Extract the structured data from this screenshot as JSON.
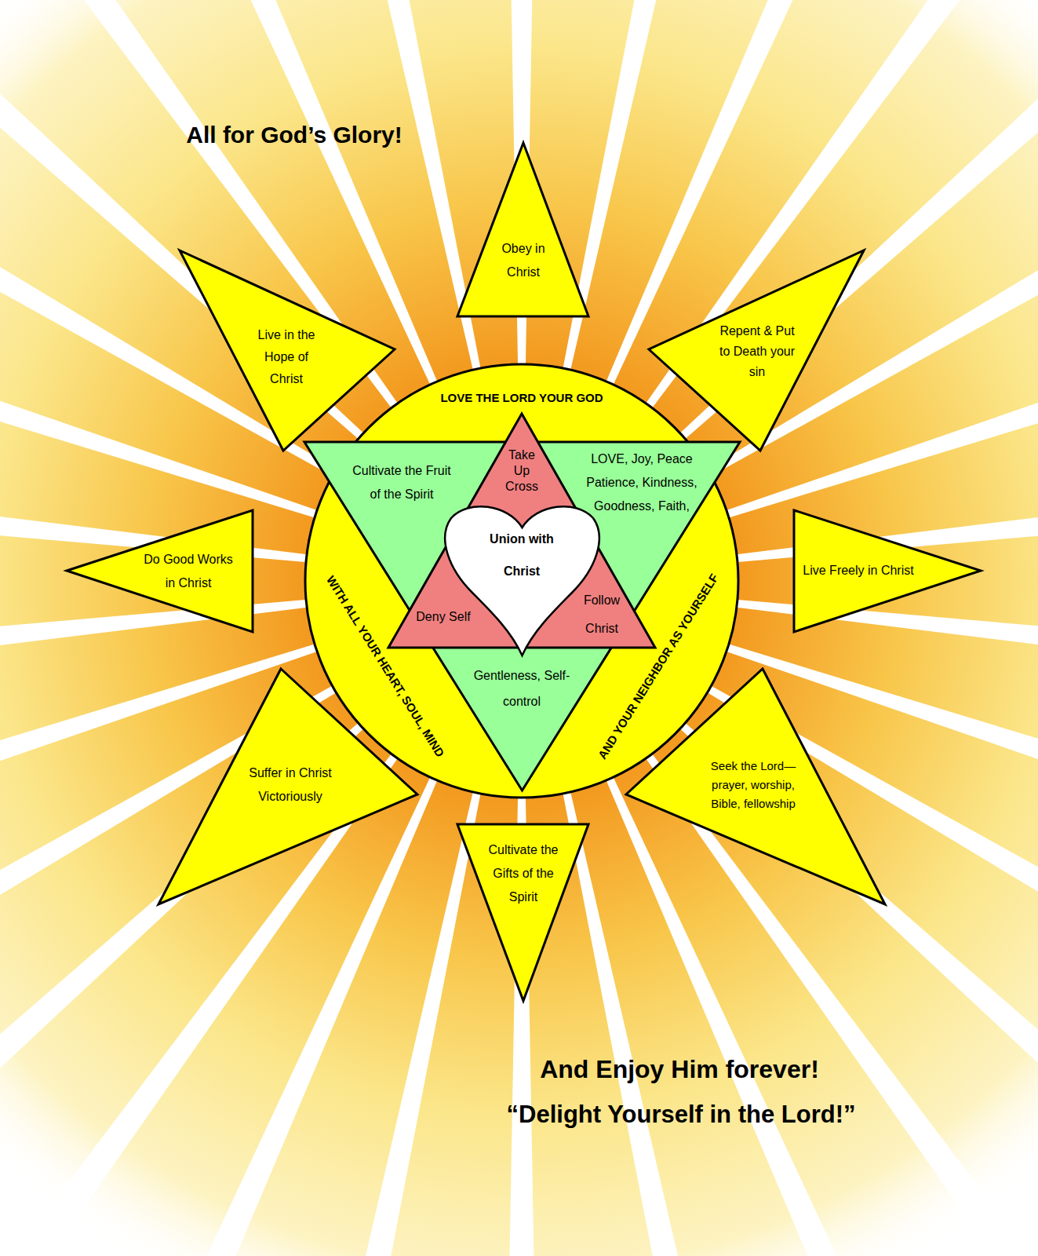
{
  "diagram": {
    "title": "All for God’s Glory!",
    "caption": "And Enjoy Him forever!",
    "nodes": [
      {
        "text": [
          "LOVE THE LORD YOUR GOD",
          "WITH ALL YOUR HEART, SOUL, MIND",
          "AND YOUR NEIGHBOR AS YOURSELF"
        ]
      },
      {
        "text": [
          "Cultivate the Fruit of the Spirit",
          "LOVE, Joy, Peace Patience, Kindness, Goodness, Faith,",
          "Gentleness, Self-control"
        ],
        "in": 0
      },
      {
        "text": [
          "Take Up Cross",
          "Deny Self",
          "Follow Christ"
        ],
        "in": 0
      },
      {
        "text": [
          "Union with Christ"
        ],
        "in": 2
      },
      {
        "text": [
          "Obey in Christ"
        ]
      },
      {
        "text": [
          "Repent & Put to Death your sin"
        ]
      },
      {
        "text": [
          "Live Freely in Christ"
        ]
      },
      {
        "text": [
          "Seek the Lord—prayer, worship, Bible, fellowship"
        ]
      },
      {
        "text": [
          "Cultivate the Gifts of the Spirit"
        ]
      },
      {
        "text": [
          "Suffer in Christ Victoriously"
        ]
      },
      {
        "text": [
          "Do Good Works in Christ"
        ]
      },
      {
        "text": [
          "Live in the Hope of Christ"
        ]
      }
    ],
    "labels": [
      "“Delight Yourself in the Lord!”"
    ]
  }
}
